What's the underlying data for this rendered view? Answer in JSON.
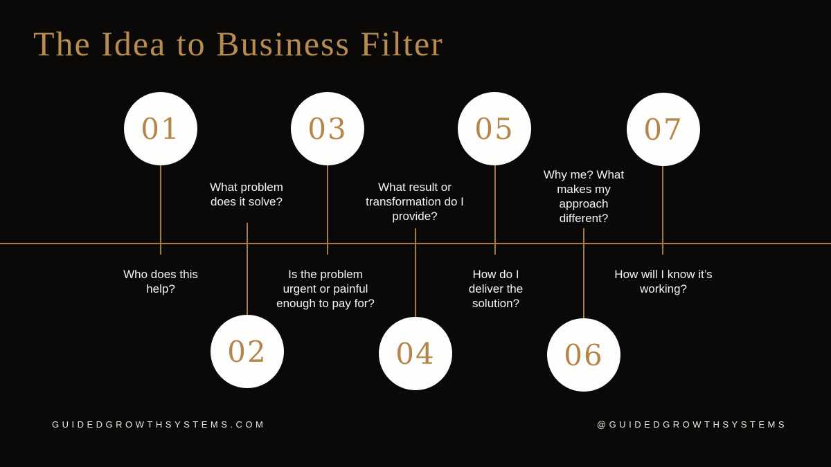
{
  "title": "The Idea to Business Filter",
  "colors": {
    "background": "#0b0907",
    "gold_title": "#b78c51",
    "gold_number": "#b4854a",
    "timeline_line": "#a67c45",
    "circle_fill": "#fdfdfb",
    "question_text": "#f5f4f2"
  },
  "items": [
    {
      "number": "01",
      "circle_position": "above-line",
      "question": "Who does this help?"
    },
    {
      "number": "02",
      "circle_position": "below-line",
      "question": "What problem does it solve?"
    },
    {
      "number": "03",
      "circle_position": "above-line",
      "question": "Is the problem urgent or painful enough to pay for?"
    },
    {
      "number": "04",
      "circle_position": "below-line",
      "question": "What result or transformation do I provide?"
    },
    {
      "number": "05",
      "circle_position": "above-line",
      "question": "How do I deliver the solution?"
    },
    {
      "number": "06",
      "circle_position": "below-line",
      "question": "Why me? What makes my approach different?"
    },
    {
      "number": "07",
      "circle_position": "above-line",
      "question": "How will I know it’s working?"
    }
  ],
  "footer": {
    "left": "GUIDEDGROWTHSYSTEMS.COM",
    "right": "@GUIDEDGROWTHSYSTEMS"
  }
}
